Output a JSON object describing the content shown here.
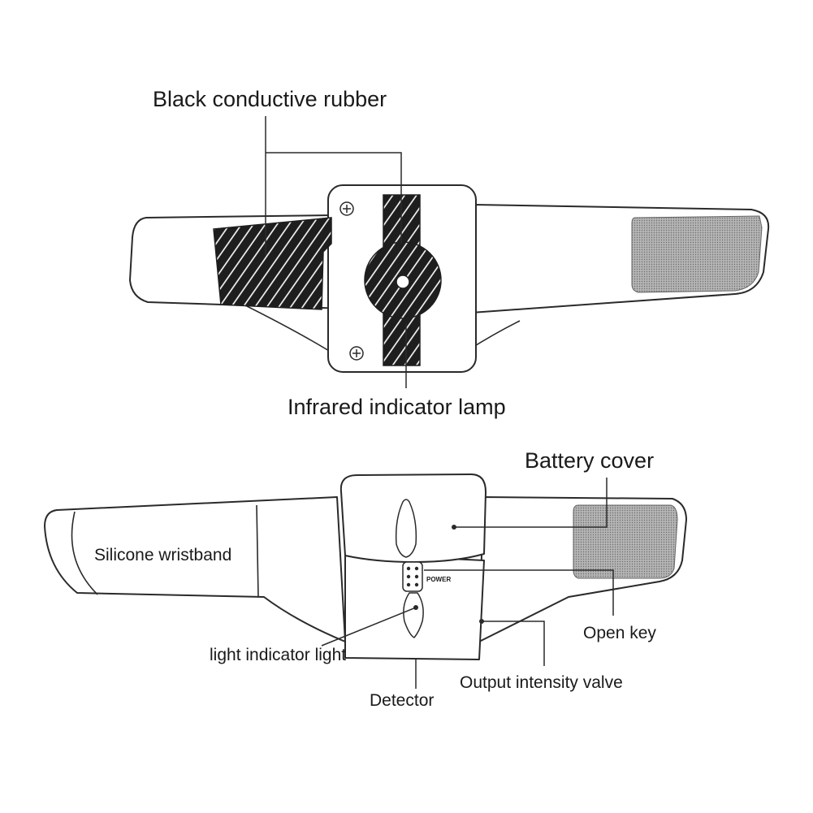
{
  "top_view": {
    "label_rubber": "Black conductive rubber",
    "label_lamp": "Infrared indicator lamp"
  },
  "bottom_view": {
    "label_battery_cover": "Battery cover",
    "label_wristband": "Silicone wristband",
    "label_power": "POWER",
    "label_light": "light indicator light",
    "label_detector": "Detector",
    "label_open_key": "Open key",
    "label_output": "Output intensity valve"
  },
  "colors": {
    "line": "#2a2a2a",
    "hatch_dark": "#1e1e1e",
    "pad_gray": "#a8a8a8"
  }
}
